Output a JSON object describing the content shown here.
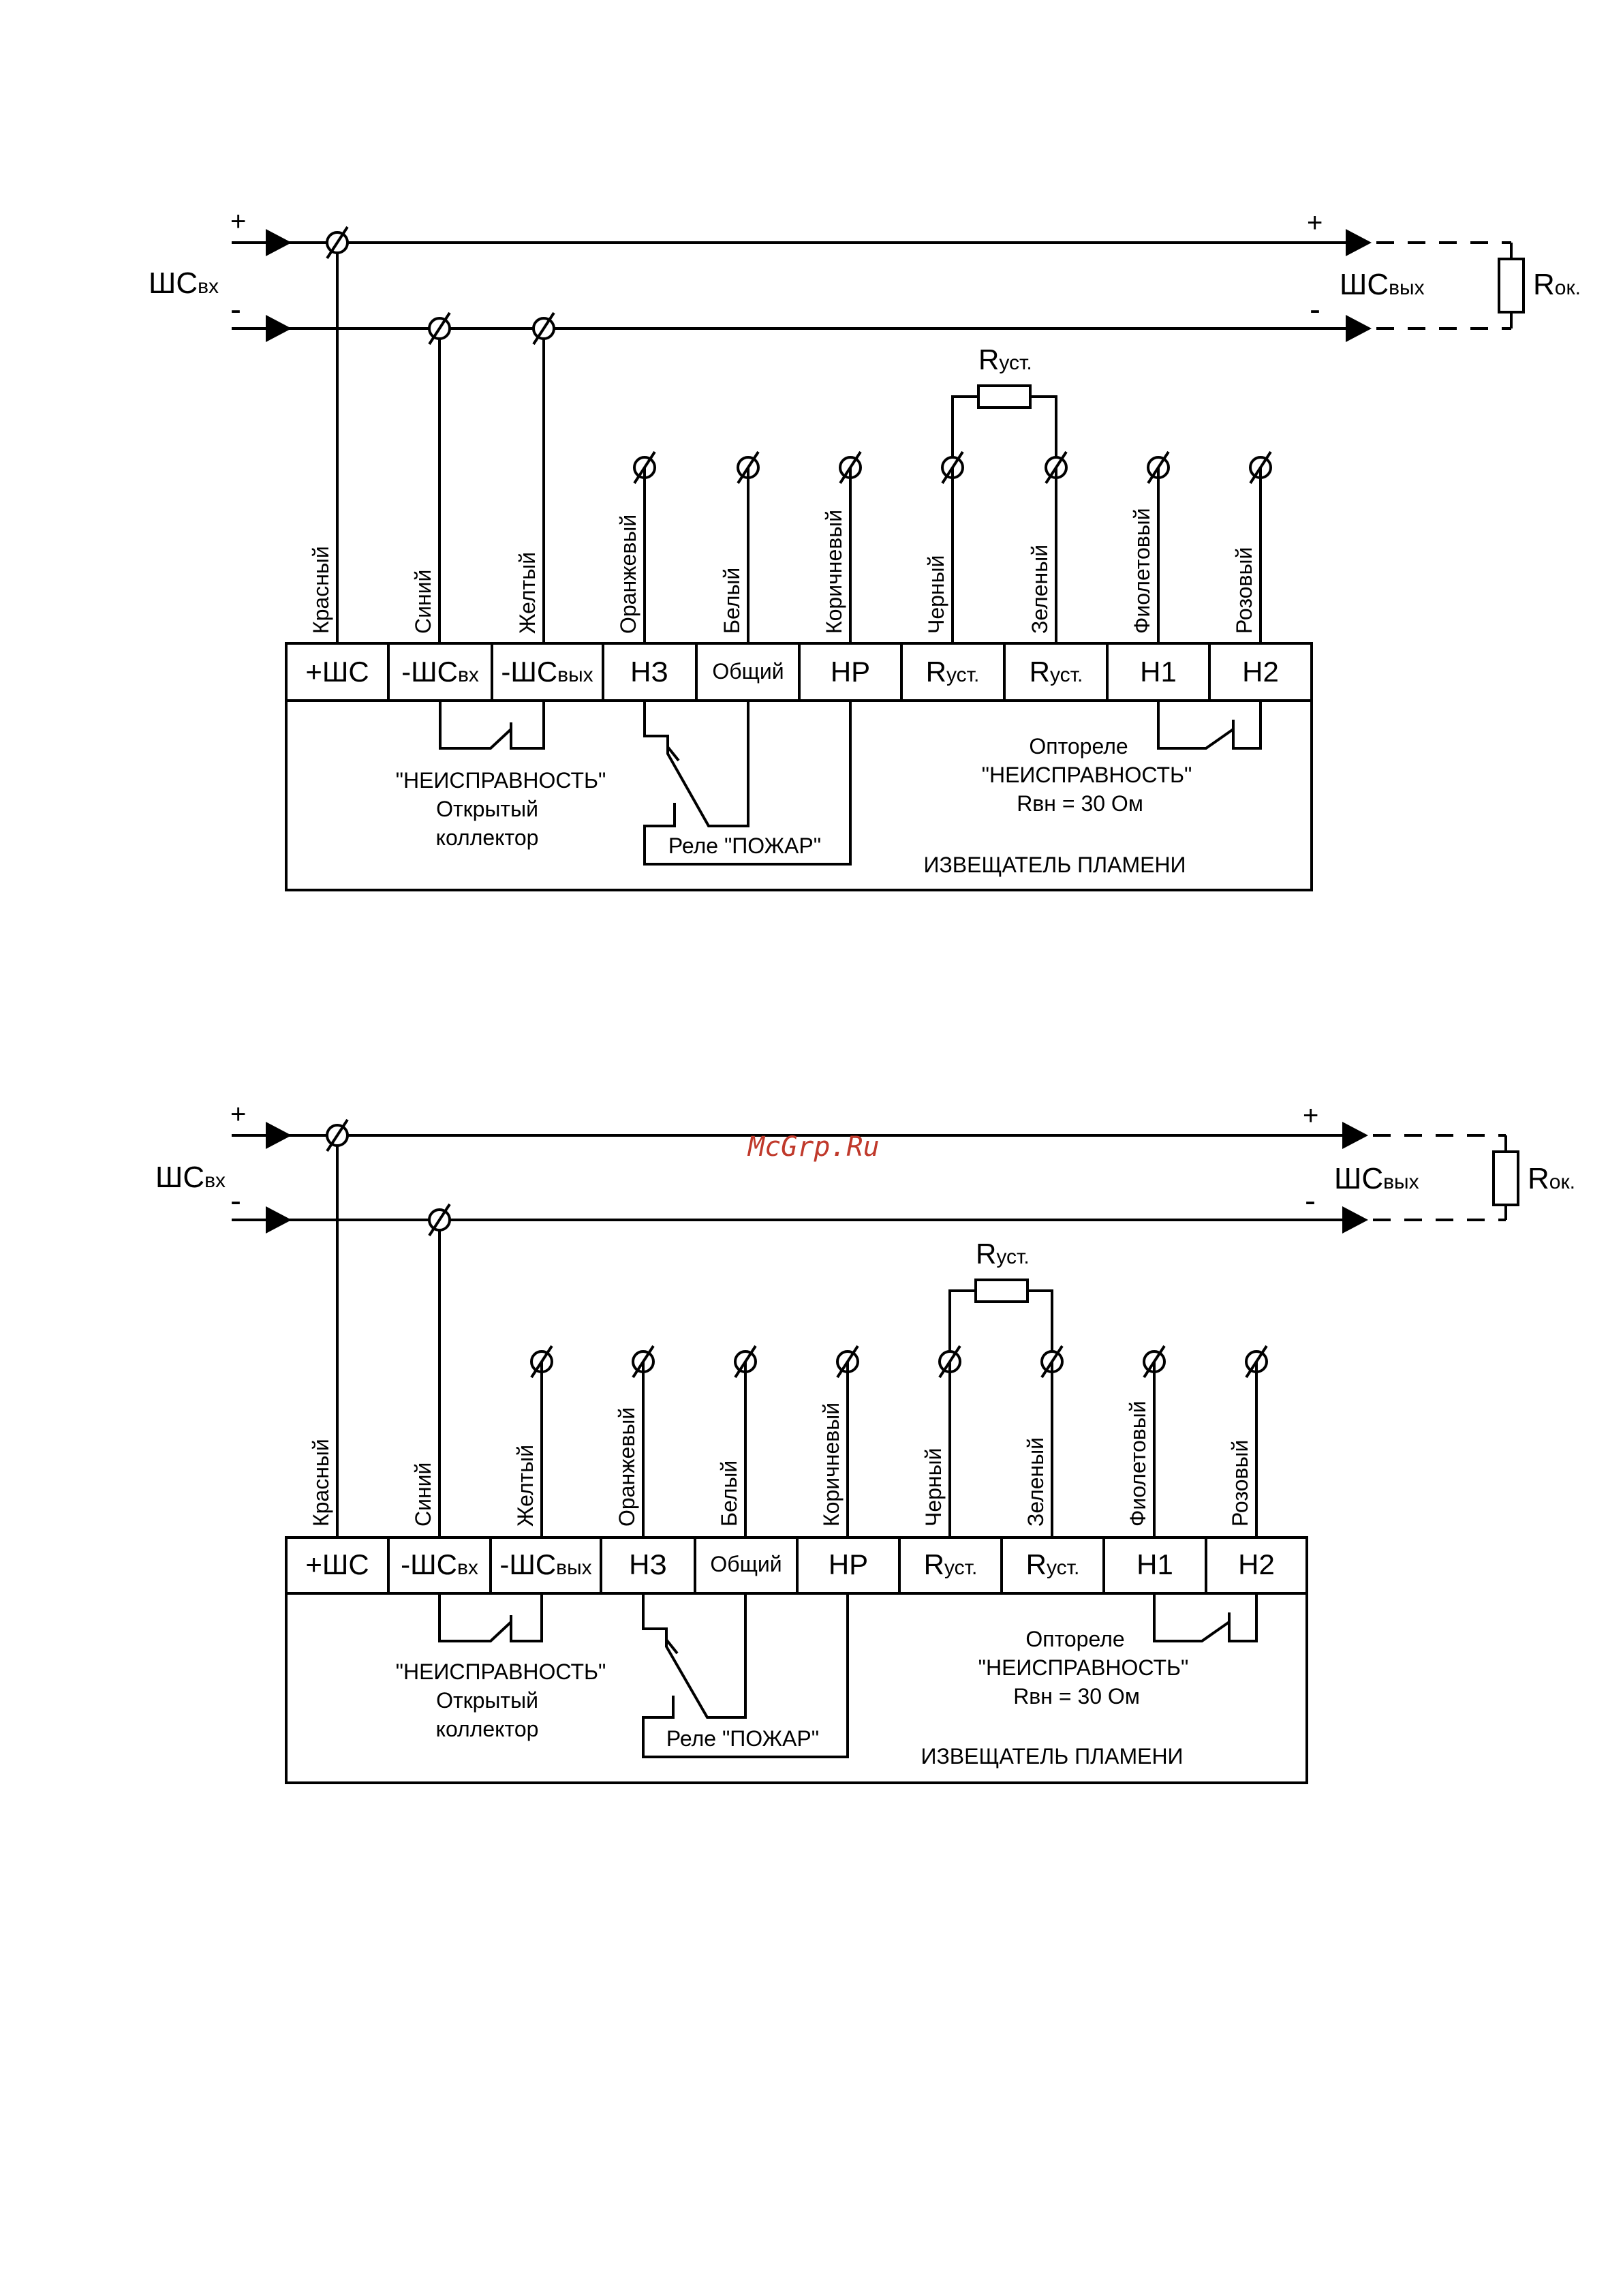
{
  "watermark": "McGrp.Ru",
  "line_in_label": "ШС",
  "line_in_sub": "вх",
  "line_out_label": "ШС",
  "line_out_sub": "вых",
  "plus": "+",
  "minus": "-",
  "r_end_main": "R",
  "r_end_sub": "ок.",
  "r_set_main": "R",
  "r_set_sub": "уст.",
  "wire_colors": [
    "Красный",
    "Синий",
    "Желтый",
    "Оранжевый",
    "Белый",
    "Коричневый",
    "Черный",
    "Зеленый",
    "Фиолетовый",
    "Розовый"
  ],
  "terminals": {
    "t1": "+ШС",
    "t2_main": "-ШС",
    "t2_sub": "вх",
    "t3_main": "-ШС",
    "t3_sub": "вых",
    "t4": "НЗ",
    "t5": "Общий",
    "t6": "НР",
    "t7_main": "R",
    "t7_sub": "уст.",
    "t8_main": "R",
    "t8_sub": "уст.",
    "t9": "Н1",
    "t10": "Н2"
  },
  "fault_quote": "\"НЕИСПРАВНОСТЬ\"",
  "open_collector_1": "Открытый",
  "open_collector_2": "коллектор",
  "fire_relay": "Реле \"ПОЖАР\"",
  "optorelay": "Оптореле",
  "optorelay_fault": "\"НЕИСПРАВНОСТЬ\"",
  "optorelay_r": "Rвн = 30 Ом",
  "detector_name": "ИЗВЕЩАТЕЛЬ ПЛАМЕНИ"
}
